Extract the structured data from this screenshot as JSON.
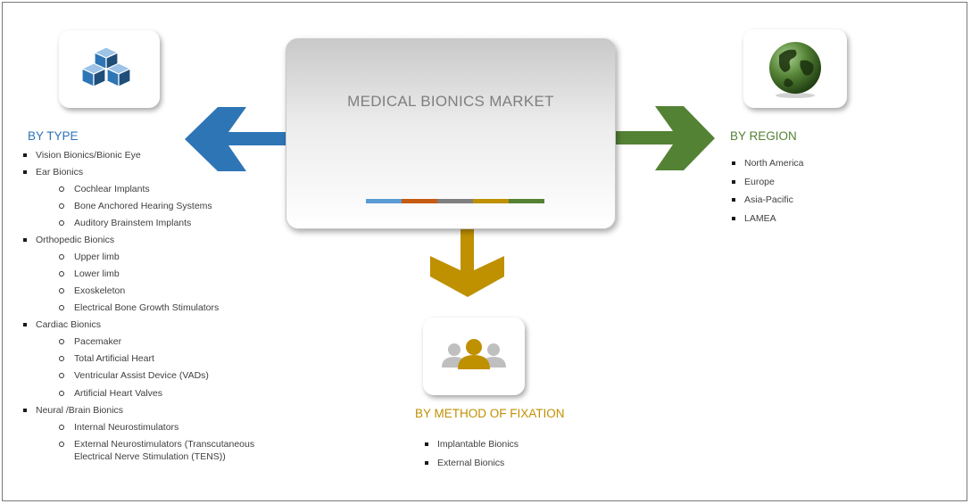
{
  "title": "MEDICAL BIONICS MARKET",
  "colors": {
    "type": "#2e75b6",
    "region": "#548235",
    "fixation": "#bf9000",
    "bar": [
      "#5b9bd5",
      "#c55a11",
      "#7f7f7f",
      "#bf9000",
      "#548235"
    ]
  },
  "icons": {
    "type": "cubes-icon",
    "region": "globe-icon",
    "fixation": "people-icon"
  },
  "by_type": {
    "heading": "BY TYPE",
    "items": [
      {
        "text": "Vision Bionics/Bionic Eye",
        "level": 1
      },
      {
        "text": "Ear Bionics",
        "level": 1
      },
      {
        "text": "Cochlear Implants",
        "level": 2
      },
      {
        "text": "Bone Anchored Hearing Systems",
        "level": 2
      },
      {
        "text": "Auditory Brainstem Implants",
        "level": 2
      },
      {
        "text": "Orthopedic Bionics",
        "level": 1
      },
      {
        "text": "Upper limb",
        "level": 2
      },
      {
        "text": "Lower limb",
        "level": 2
      },
      {
        "text": "Exoskeleton",
        "level": 2
      },
      {
        "text": "Electrical Bone Growth Stimulators",
        "level": 2
      },
      {
        "text": "Cardiac Bionics",
        "level": 1
      },
      {
        "text": "Pacemaker",
        "level": 2
      },
      {
        "text": "Total Artificial Heart",
        "level": 2
      },
      {
        "text": "Ventricular Assist Device (VADs)",
        "level": 2
      },
      {
        "text": "Artificial Heart Valves",
        "level": 2
      },
      {
        "text": "Neural /Brain Bionics",
        "level": 1
      },
      {
        "text": "Internal Neurostimulators",
        "level": 2
      },
      {
        "text": "External Neurostimulators (Transcutaneous",
        "level": 2
      },
      {
        "text": "Electrical Nerve Stimulation (TENS))",
        "level": 3
      }
    ]
  },
  "by_region": {
    "heading": "BY REGION",
    "items": [
      "North America",
      "Europe",
      "Asia-Pacific",
      "LAMEA"
    ]
  },
  "by_fixation": {
    "heading": "BY METHOD OF FIXATION",
    "items": [
      "Implantable Bionics",
      "External Bionics"
    ]
  }
}
